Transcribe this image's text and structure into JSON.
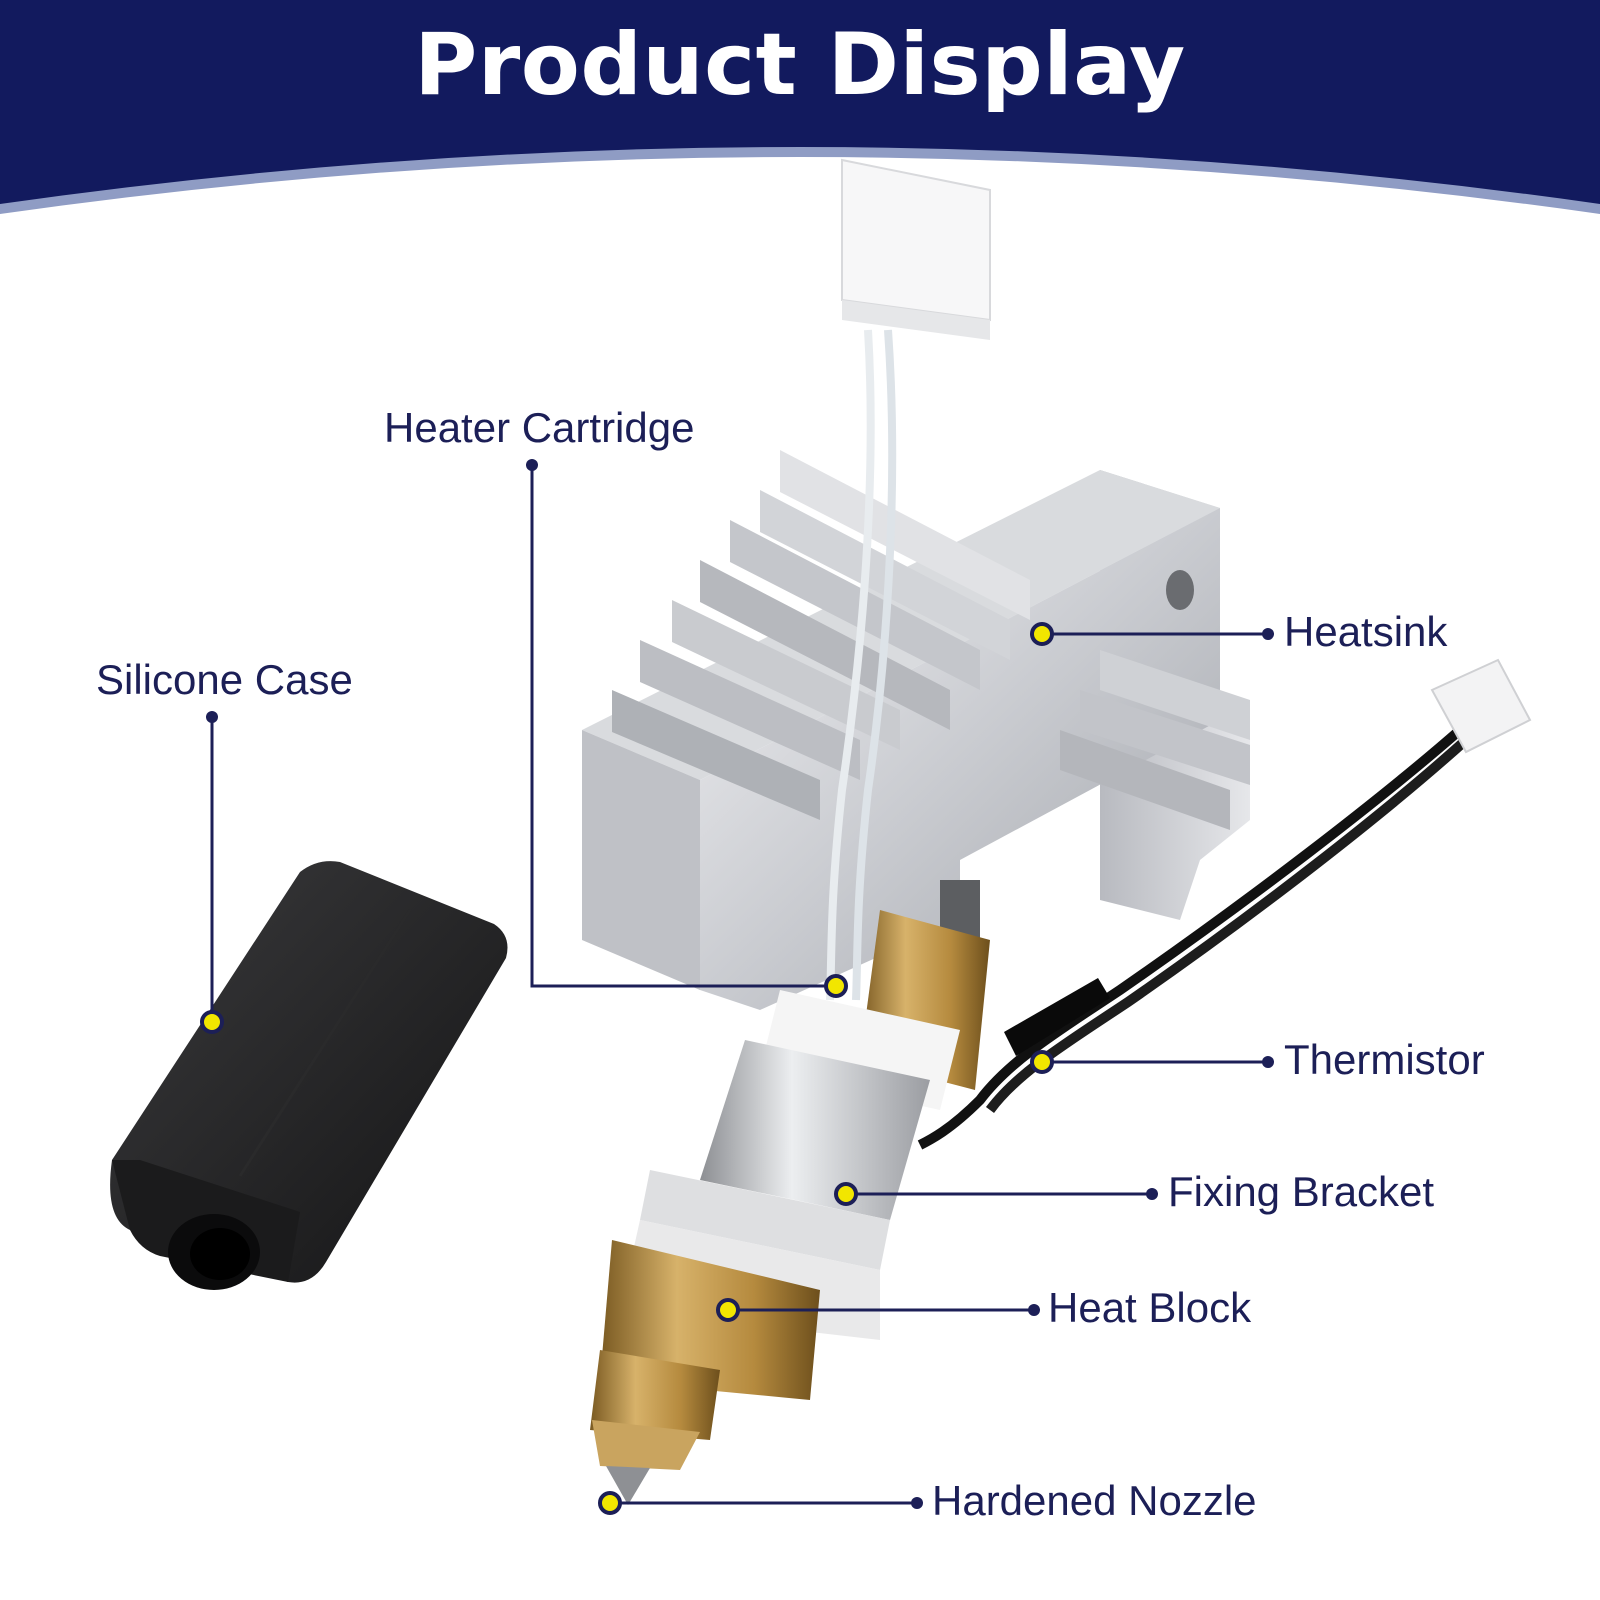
{
  "header": {
    "title": "Product Display",
    "band_color": "#121a5e",
    "arc_color": "#8f9cc4"
  },
  "callouts": [
    {
      "id": "heater_cartridge",
      "label": "Heater Cartridge"
    },
    {
      "id": "heatsink",
      "label": "Heatsink"
    },
    {
      "id": "silicone_case",
      "label": "Silicone Case"
    },
    {
      "id": "thermistor",
      "label": "Thermistor"
    },
    {
      "id": "fixing_bracket",
      "label": "Fixing Bracket"
    },
    {
      "id": "heat_block",
      "label": "Heat Block"
    },
    {
      "id": "hardened_nozzle",
      "label": "Hardened Nozzle"
    }
  ],
  "colors": {
    "label_text": "#1c1f57",
    "leader_line": "#1c1f57",
    "marker_fill": "#f2e600",
    "marker_ring": "#1c1f57"
  }
}
